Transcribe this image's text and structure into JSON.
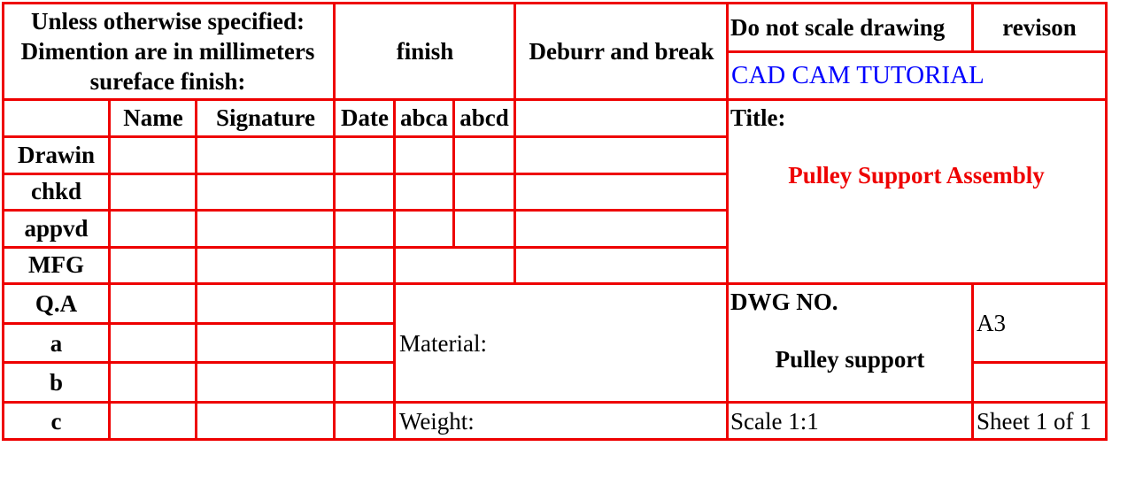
{
  "tolerance_note": {
    "line1": "Unless otherwise specified:",
    "line2": "Dimention are in millimeters",
    "line3": "sureface finish:"
  },
  "finish_label": "finish",
  "deburr_label": "Deburr and break",
  "do_not_scale_label": "Do not scale drawing",
  "revision_label": "revison",
  "company_name": "CAD CAM TUTORIAL",
  "column_headers": {
    "name": "Name",
    "signature": "Signature",
    "date": "Date",
    "col_a": "abca",
    "col_b": "abcd"
  },
  "row_labels": [
    "Drawin",
    "chkd",
    "appvd",
    "MFG",
    "Q.A",
    "a",
    "b",
    "c"
  ],
  "title_label": "Title:",
  "title_value": "Pulley Support Assembly",
  "material_label": "Material:",
  "weight_label": "Weight:",
  "dwg_no_label": "DWG NO.",
  "dwg_no_value": "Pulley support",
  "sheet_size": "A3",
  "scale": "Scale 1:1",
  "sheet": "Sheet 1 of 1",
  "colors": {
    "border": "#ee0000",
    "title_text": "#ee0000",
    "company_text": "#0000ff"
  }
}
